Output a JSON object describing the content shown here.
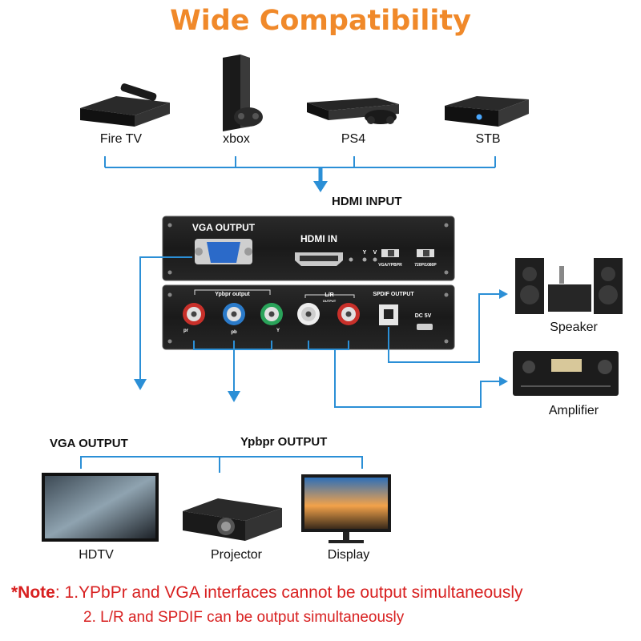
{
  "title": "Wide Compatibility",
  "sources": [
    {
      "label": "Fire TV",
      "icon": "fire-tv-icon"
    },
    {
      "label": "xbox",
      "icon": "xbox-console-icon"
    },
    {
      "label": "PS4",
      "icon": "ps4-console-icon"
    },
    {
      "label": "STB",
      "icon": "set-top-box-icon"
    }
  ],
  "hdmi_input_label": "HDMI INPUT",
  "device": {
    "vga_output_label": "VGA OUTPUT",
    "hdmi_in_label": "HDMI IN",
    "led_y": "Y",
    "led_v": "V",
    "switch1_label": "VGA/YPBPR",
    "switch2_label": "720P/1080P",
    "ypbpr_label": "Ypbpr output",
    "lr_label": "L/R",
    "lr_sub": "OUTPUT",
    "spdif_label": "SPDIF OUTPUT",
    "dc_label": "DC 5V",
    "port_pr": "pr",
    "port_pb": "pb",
    "port_y": "Y"
  },
  "audio_outputs": [
    {
      "label": "Speaker",
      "icon": "speaker-system-icon"
    },
    {
      "label": "Amplifier",
      "icon": "amplifier-icon"
    }
  ],
  "vga_output_label": "VGA OUTPUT",
  "ypbpr_output_label": "Ypbpr OUTPUT",
  "displays": [
    {
      "label": "HDTV",
      "icon": "hdtv-icon"
    },
    {
      "label": "Projector",
      "icon": "projector-icon"
    },
    {
      "label": "Display",
      "icon": "monitor-icon"
    }
  ],
  "note": {
    "prefix": "*Note",
    "line1": ": 1.YPbPr and VGA interfaces cannot be output simultaneously",
    "line2": "2. L/R and SPDIF can be output simultaneously"
  },
  "colors": {
    "title": "#f0892a",
    "connector_line": "#2b8fd6",
    "note": "#d82020",
    "device_body": "#1e1e1e"
  }
}
